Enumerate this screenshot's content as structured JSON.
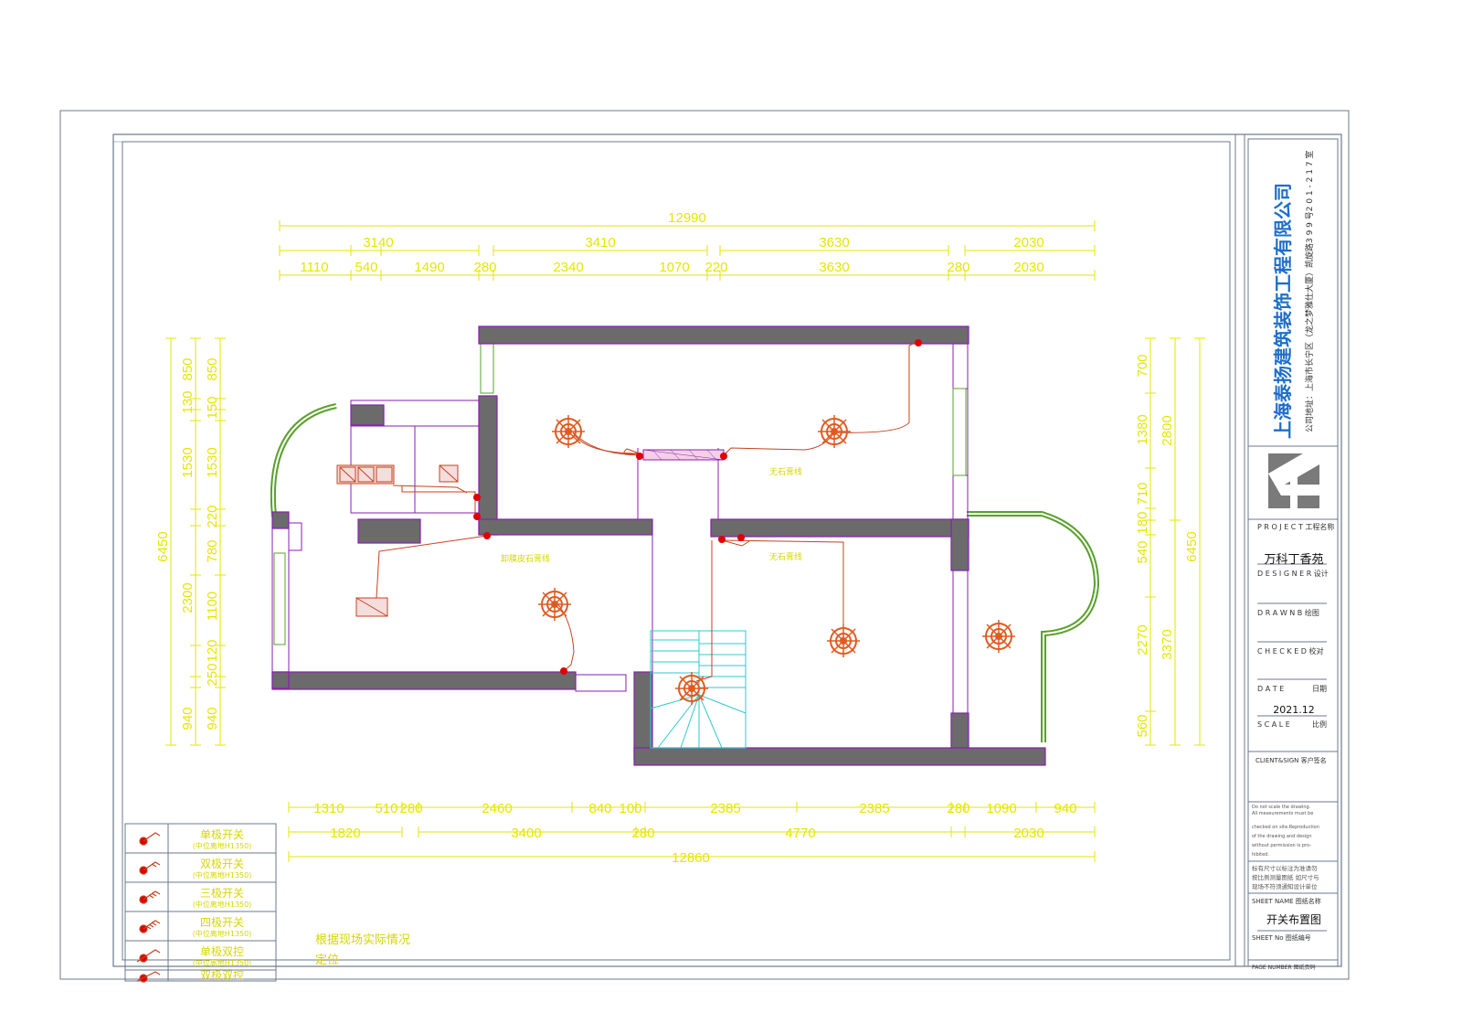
{
  "colors": {
    "background": "#ffffff",
    "frame": "#6b7a8c",
    "dimension": "#e6e600",
    "wall_fill": "#6b6b6b",
    "wall_outline": "#8a1fb0",
    "window": "#5aa02c",
    "wiring": "#c8401e",
    "switch_dot": "#e00000",
    "fixture": "#e05a20",
    "stair": "#30c8d0",
    "company_blue": "#1e6ec8",
    "note_text": "#d6d600"
  },
  "top_dimensions": {
    "overall": "12990",
    "row2": [
      "3140",
      "3410",
      "3630",
      "2030"
    ],
    "row3": [
      "1110",
      "540",
      "1490",
      "280",
      "2340",
      "1070",
      "220",
      "3630",
      "280",
      "2030"
    ]
  },
  "bottom_dimensions": {
    "row1": [
      "1310",
      "510",
      "280",
      "2460",
      "840",
      "100",
      "2385",
      "2385",
      "280",
      "1090",
      "940"
    ],
    "row2": [
      "1820",
      "3400",
      "280",
      "4770",
      "2030"
    ],
    "overall": "12860"
  },
  "left_dimensions": {
    "overall": "6450",
    "outer": [
      "850",
      "1530",
      "2300",
      "940"
    ],
    "inner": [
      "850",
      "130",
      "150",
      "1530",
      "220",
      "780",
      "1100",
      "120",
      "250",
      "940"
    ]
  },
  "right_dimensions": {
    "overall": "6450",
    "outer": [
      "2800",
      "3370"
    ],
    "inner": [
      "700",
      "1380",
      "710",
      "180",
      "540",
      "2270",
      "560"
    ]
  },
  "room_labels": {
    "living_wiring": "卸膜皮石膏线",
    "bedroom1_wiring": "无石膏线",
    "bedroom2_wiring": "无石膏线"
  },
  "legend": {
    "items": [
      {
        "name": "单极开关",
        "note": "(中位离地H1350)"
      },
      {
        "name": "双极开关",
        "note": "(中位离地H1350)"
      },
      {
        "name": "三极开关",
        "note": "(中位离地H1350)"
      },
      {
        "name": "四极开关",
        "note": "(中位离地H1350)"
      },
      {
        "name": "单极双控",
        "note": "(中位离地H1350)"
      },
      {
        "name": "双极双控",
        "note": ""
      }
    ],
    "note_lines": [
      "根据现场实际情况",
      "定位"
    ]
  },
  "title_block": {
    "company_name": "上海泰扬建筑装饰工程有限公司",
    "address": "公司地址：上海市长宁区（龙之梦雅仕大厦）凯旋路3 9 9 号2 0 1 - 2 1 7 室",
    "project_label": "P R O J E C T  工程名称",
    "project_name": "万科丁香苑",
    "designer_label": "D E S I G N E R 设计",
    "drawn_label": "D R A W N   B  绘图",
    "checked_label": "C H E C K E D 校对",
    "date_label": "D A T E",
    "date_cn": "日期",
    "date_value": "2021.12",
    "scale_label": "S C A L E",
    "scale_cn": "比例",
    "client_label": "CLIENT&SIGN 客户签名",
    "disclaimer_en": [
      "Do not scale the drawing.",
      "All measurements must be",
      "checked on site.Reproduction",
      "of the drawing and design",
      "without permission is pro-",
      "hibited."
    ],
    "disclaimer_cn": [
      "标有尺寸以标注为准请勿",
      "按比例测量图纸 如尺寸与",
      "现场不符须通知设计单位"
    ],
    "sheet_title_label": "SHEET NAME 图纸名称",
    "sheet_title": "开关布置图",
    "sheet_no_label": "SHEET No 图纸编号",
    "page_no_label": "PAGE NUMBER 图纸页码"
  }
}
